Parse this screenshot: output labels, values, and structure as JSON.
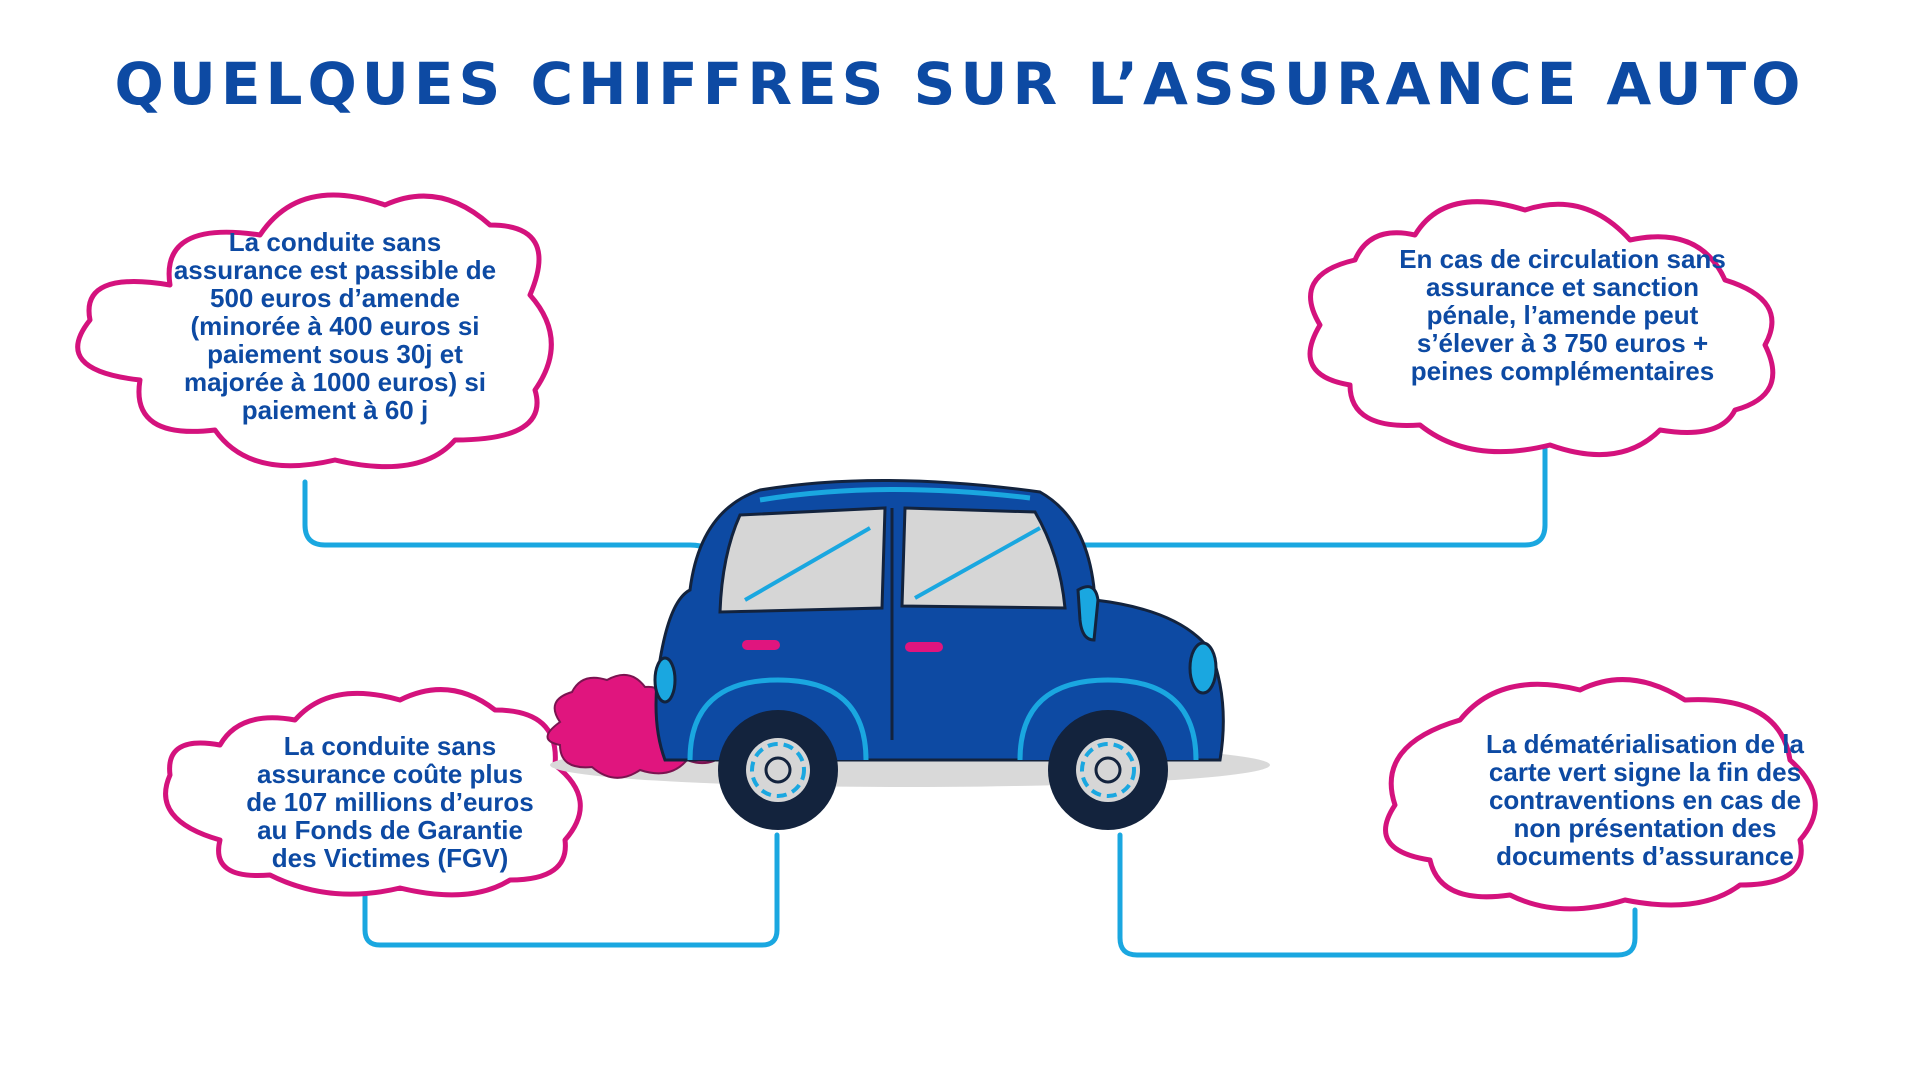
{
  "title": "QUELQUES CHIFFRES SUR L’ASSURANCE AUTO",
  "colors": {
    "title": "#0d4aa3",
    "text": "#0d4aa3",
    "cloud_outline": "#d4127d",
    "connector": "#1aa7e0",
    "car_body": "#0d4aa3",
    "exhaust_smoke": "#e0157e"
  },
  "facts": [
    {
      "id": "fine-500",
      "text": "La conduite sans\nassurance est passible de\n500 euros d’amende\n(minorée à 400 euros si\npaiement sous 30j et\nmajorée à 1000 euros) si\npaiement à 60 j"
    },
    {
      "id": "penal-3750",
      "text": "En cas de circulation sans\nassurance et sanction\npénale, l’amende peut\ns’élever à 3 750 euros +\npeines complémentaires"
    },
    {
      "id": "fgv-cost",
      "text": "La conduite sans\nassurance coûte plus\nde 107 millions d’euros\nau Fonds de Garantie\ndes Victimes (FGV)"
    },
    {
      "id": "green-card",
      "text": "La dématérialisation de la\ncarte vert signe la fin des\ncontraventions en cas de\nnon présentation des\ndocuments d’assurance"
    }
  ]
}
